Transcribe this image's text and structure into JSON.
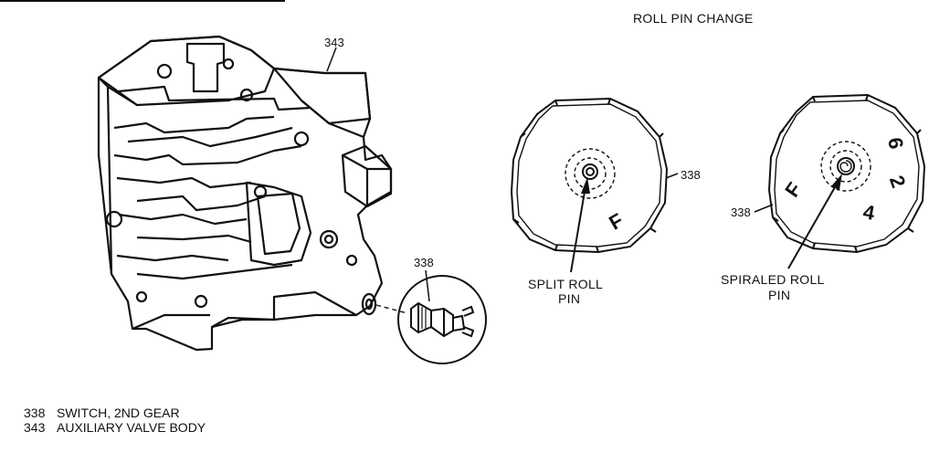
{
  "title": "ROLL PIN CHANGE",
  "callouts": {
    "valve_body": "343",
    "switch_detail": "338",
    "split_pin_switch": "338",
    "spiraled_pin_switch": "338"
  },
  "split_pin_label": [
    "SPLIT ROLL",
    "PIN"
  ],
  "spiraled_pin_label": [
    "SPIRALED ROLL",
    "PIN"
  ],
  "split_face_marks": [
    "F"
  ],
  "spiraled_face_marks": [
    "F",
    "6",
    "2",
    "4"
  ],
  "legend": [
    {
      "code": "338",
      "text": "SWITCH, 2ND GEAR"
    },
    {
      "code": "343",
      "text": "AUXILIARY VALVE BODY"
    }
  ]
}
